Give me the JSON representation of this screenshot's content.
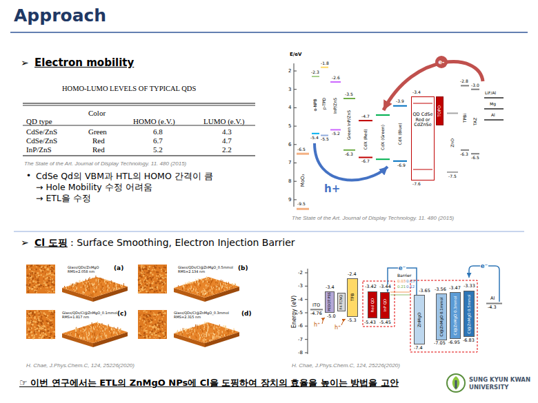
{
  "diagram": {
    "title": "Approach",
    "nodes": [
      {
        "text": [
          "QD CdSe Red or CdZnSe"
        ]
      },
      {
        "text": [
          "TOPO"
        ]
      },
      {
        "text": [
          "PEDOT:PSS"
        ]
      },
      {
        "text": [
          "F4-TCNQ"
        ]
      },
      {
        "text": [
          "TFB"
        ]
      },
      {
        "text": [
          "Red QD"
        ]
      },
      {
        "text": [
          "InP QD"
        ]
      },
      {
        "text": [
          "ZnMgO"
        ]
      },
      {
        "text": [
          "Cl@ZnMgO 0.1mmol"
        ]
      },
      {
        "text": [
          "Cl@ZnMgO 0.3mmol"
        ]
      },
      {
        "text": [
          "Cl@ZnMgO 0.5mmol"
        ]
      }
    ],
    "edges": [
      {
        "from": 7,
        "to": 6,
        "arrow": "to",
        "label": "e⁻"
      }
    ],
    "labels": [
      "➢",
      "Electron mobility",
      "HOMO-LUMO LEVELS OF TYPICAL QDS",
      "QD type",
      "Color",
      "HOMO (e.V.)",
      "LUMO (e.V.)",
      "CdSe/ZnS",
      "Green",
      "6.8",
      "4.3",
      "CdSe/ZnS",
      "Red",
      "6.7",
      "4.7",
      "InP/ZnS",
      "Red",
      "5.2",
      "2.2",
      "The State of the Art. Journal of Display Technology. 11. 480 (2015)",
      "•",
      "CdSe Qd의 VBM과 HTL의 HOMO 간격이 큼",
      "→ Hole Mobility 수정 어려움",
      "→ ETL을 수정",
      "E/eV",
      "2",
      "3",
      "4",
      "5",
      "6",
      "7",
      "8",
      "9",
      "-6.5",
      "MoO₃",
      "-9.5",
      "-2.3",
      "α-NPB",
      "-5.4",
      "-1.8",
      "p-TPD",
      "-5.5",
      "-2.6",
      "InP/ZnS",
      "-5.2",
      "-3.5",
      "Green InP/ZnS",
      "-6.3",
      "-4.7",
      "CdX (Red)",
      "-6.7",
      "CdX (Green)",
      "-3.9",
      "CdX (Blue)",
      "-6.9",
      "-3.4",
      "-7.6",
      "e-",
      "ZnO",
      "-7.5",
      "-2.8",
      "TPBi",
      "-6.3",
      "-3.0",
      "TAZ",
      "-6.5",
      "LiF/Al",
      "Mg",
      "Al",
      "h+",
      "The State of the Art. Journal of Display Technology. 11. 480 (2015)",
      "➢",
      "Cl 도핑",
      ": Surface Smoothing, Electron Injection Barrier",
      "(a)",
      "Glass/QDs/ZnMgO",
      "RMS=2.058 nm",
      "(b)",
      "Glass/QDs/Cl@ZnMgO_0.5mmol",
      "RMS=2.134 nm",
      "(c)",
      "Glass/QDs/Cl@ZnMgO_0.1mmol",
      "RMS=1.817 nm",
      "(d)",
      "Glass/QDs/Cl@ZnMgO_0.3mmol",
      "RMS=2.315 nm",
      "H. Chae, J.Phys.Chem.C, 124, 25226(2020)",
      "Energy (eV)",
      "-8",
      "-7",
      "-6",
      "-5",
      "-4",
      "-3",
      "-2",
      "ITO",
      "-4.76",
      "-3.4",
      "-5.0",
      "-2.4",
      "-5.3",
      "h⁺",
      "h⁺",
      "-3.42",
      "-3.44",
      "-5.43",
      "-5.45",
      "Barrier",
      "0.03",
      "0.13",
      "0.21",
      "0.12",
      "-3.65",
      "-3.56",
      "-3.47",
      "-3.33",
      "-7.4",
      "-7.05",
      "-6.95",
      "-6.83",
      "Al",
      "-4.3",
      "e⁻",
      "H. Chae, J.Phys.Chem.C, 124, 25226(2020)",
      "☞ 이번 연구에서는 ETL의 ZnMgO NPs에 Cl을 도핑하여 장치의 효율을 높이는 방법을 고안",
      "SUNG KYUN KWAN",
      "UNIVERSITY"
    ]
  }
}
